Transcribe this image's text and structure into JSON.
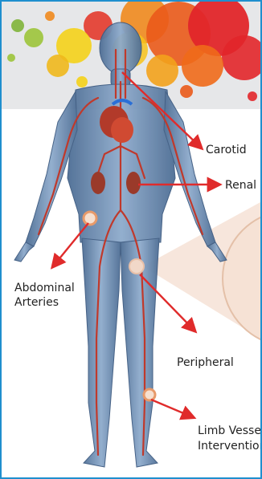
{
  "labels": {
    "carotid": "Carotid",
    "renal": "Renal",
    "abdominal_line1": "Abdominal",
    "abdominal_line2": "Arteries",
    "peripheral": "Peripheral",
    "limb_line1": "Limb Vessel",
    "limb_line2": "Intervention"
  },
  "colors": {
    "frame_border": "#1f8fce",
    "pointer_arrow": "#e02b2b",
    "body": "#6f8fb2",
    "vessel": "#c0392b",
    "marker": "#e8a47a",
    "zoom_panel": "#f2d6c4"
  }
}
